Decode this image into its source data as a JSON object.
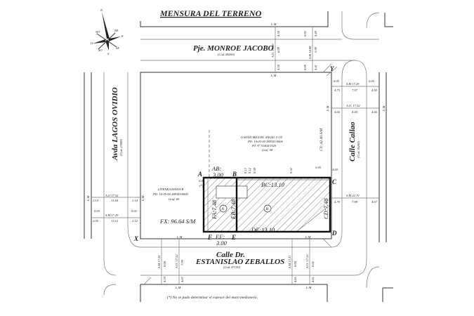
{
  "title": "MENSURA DEL TERRENO",
  "compass": {
    "n": "N",
    "s": "S",
    "e": "E",
    "o": "O",
    "ne": "NE",
    "no": "NO",
    "se": "SE",
    "so": "SO"
  },
  "streets": {
    "top": {
      "name": "Pje. MONROE JACOBO",
      "code": "(Cod. 86200)",
      "ao": "A.O. 15.00",
      "sm": "S.M 14.88",
      "d1": "4.50",
      "d2": "6.00",
      "d3": "4.50",
      "d4": "4.49",
      "d5": "5.98",
      "d6": "4.41",
      "c1": "0.02",
      "c2": "0.09"
    },
    "right": {
      "name": "Calle Callao",
      "code": "(Cod. 36200)",
      "sm_top": "S.M 17.29",
      "sm_top_parts": [
        "4.73",
        "7.97",
        "4.59"
      ],
      "ao": "A.O. 17.52",
      "ao_parts": [
        "4.66",
        "8.00",
        "4.66"
      ],
      "sm_bot": "S.M 22.70",
      "sm_bot_parts": [
        "4.70",
        "7.98",
        "4.67"
      ],
      "c1": "0.05",
      "c2": "0.05"
    },
    "left": {
      "name": "Avda LAGOS OVIDIO",
      "code": "(Cod. 23000)",
      "ao": "A.O 17.52",
      "ao_parts": [
        "2.14",
        "13.04",
        "2.14"
      ],
      "sm": "S.M 17.29",
      "sm_parts": [
        "2.05",
        "13.12",
        "2.12"
      ],
      "c1": "0.03",
      "c2": "0.02"
    },
    "bottom": {
      "line1": "Calle Dr.",
      "name": "ESTANISLAO ZEBALLOS",
      "code": "(Cod. 87150)",
      "sm_l": "S.M 17.32",
      "ao_l": "A.O. 17.32",
      "sm_r": "S.M 17.31",
      "ao_r": "A.O. 17.52",
      "dl1": "8.00",
      "dl2": "7.99",
      "dr1": "8.04",
      "dr2": "8.02",
      "bl1": "4.59",
      "bl2": "4.67",
      "br1": "4.61",
      "br2": "4.61"
    }
  },
  "line_mun": "L.M",
  "owners": {
    "north": {
      "name": "GAITAN MIGUEL ANGEL Y OT",
      "pii": "PII: 16-05-00 288341/0000",
      "pi": "P.I. Nº 51464/1929",
      "graf": "Graf. 58"
    },
    "west": {
      "name": "LITENKA DIANA B",
      "pii": "PII: 16-05-00 288343/0000",
      "graf": "Graf. 60"
    }
  },
  "points": {
    "a": "A",
    "b": "B",
    "c": "C",
    "d": "D",
    "e": "E",
    "f": "F",
    "x": "X",
    "y": "Y"
  },
  "lots": {
    "a": "A",
    "b": "B"
  },
  "measures": {
    "ab": "AB:",
    "ab_val": "3.00",
    "bc": "BC:13.10",
    "cd": "CD:7.48",
    "de": "DE:13.10",
    "ef": "EF:",
    "ef_val": "3.00",
    "fa": "FA:7.48",
    "eb": "EB:7.48",
    "fx": "FX: 96.64 S/M",
    "cy": "CY: 42.40 S/M",
    "a_off": "0.06",
    "star": "(*)",
    "c_off": "0.05",
    "c_dist": "4.69",
    "offs": [
      "0.17",
      "0.12",
      "0.30",
      "0.32"
    ]
  },
  "footnote": "(*) No se pudo determinar el espesor del muro medianero."
}
